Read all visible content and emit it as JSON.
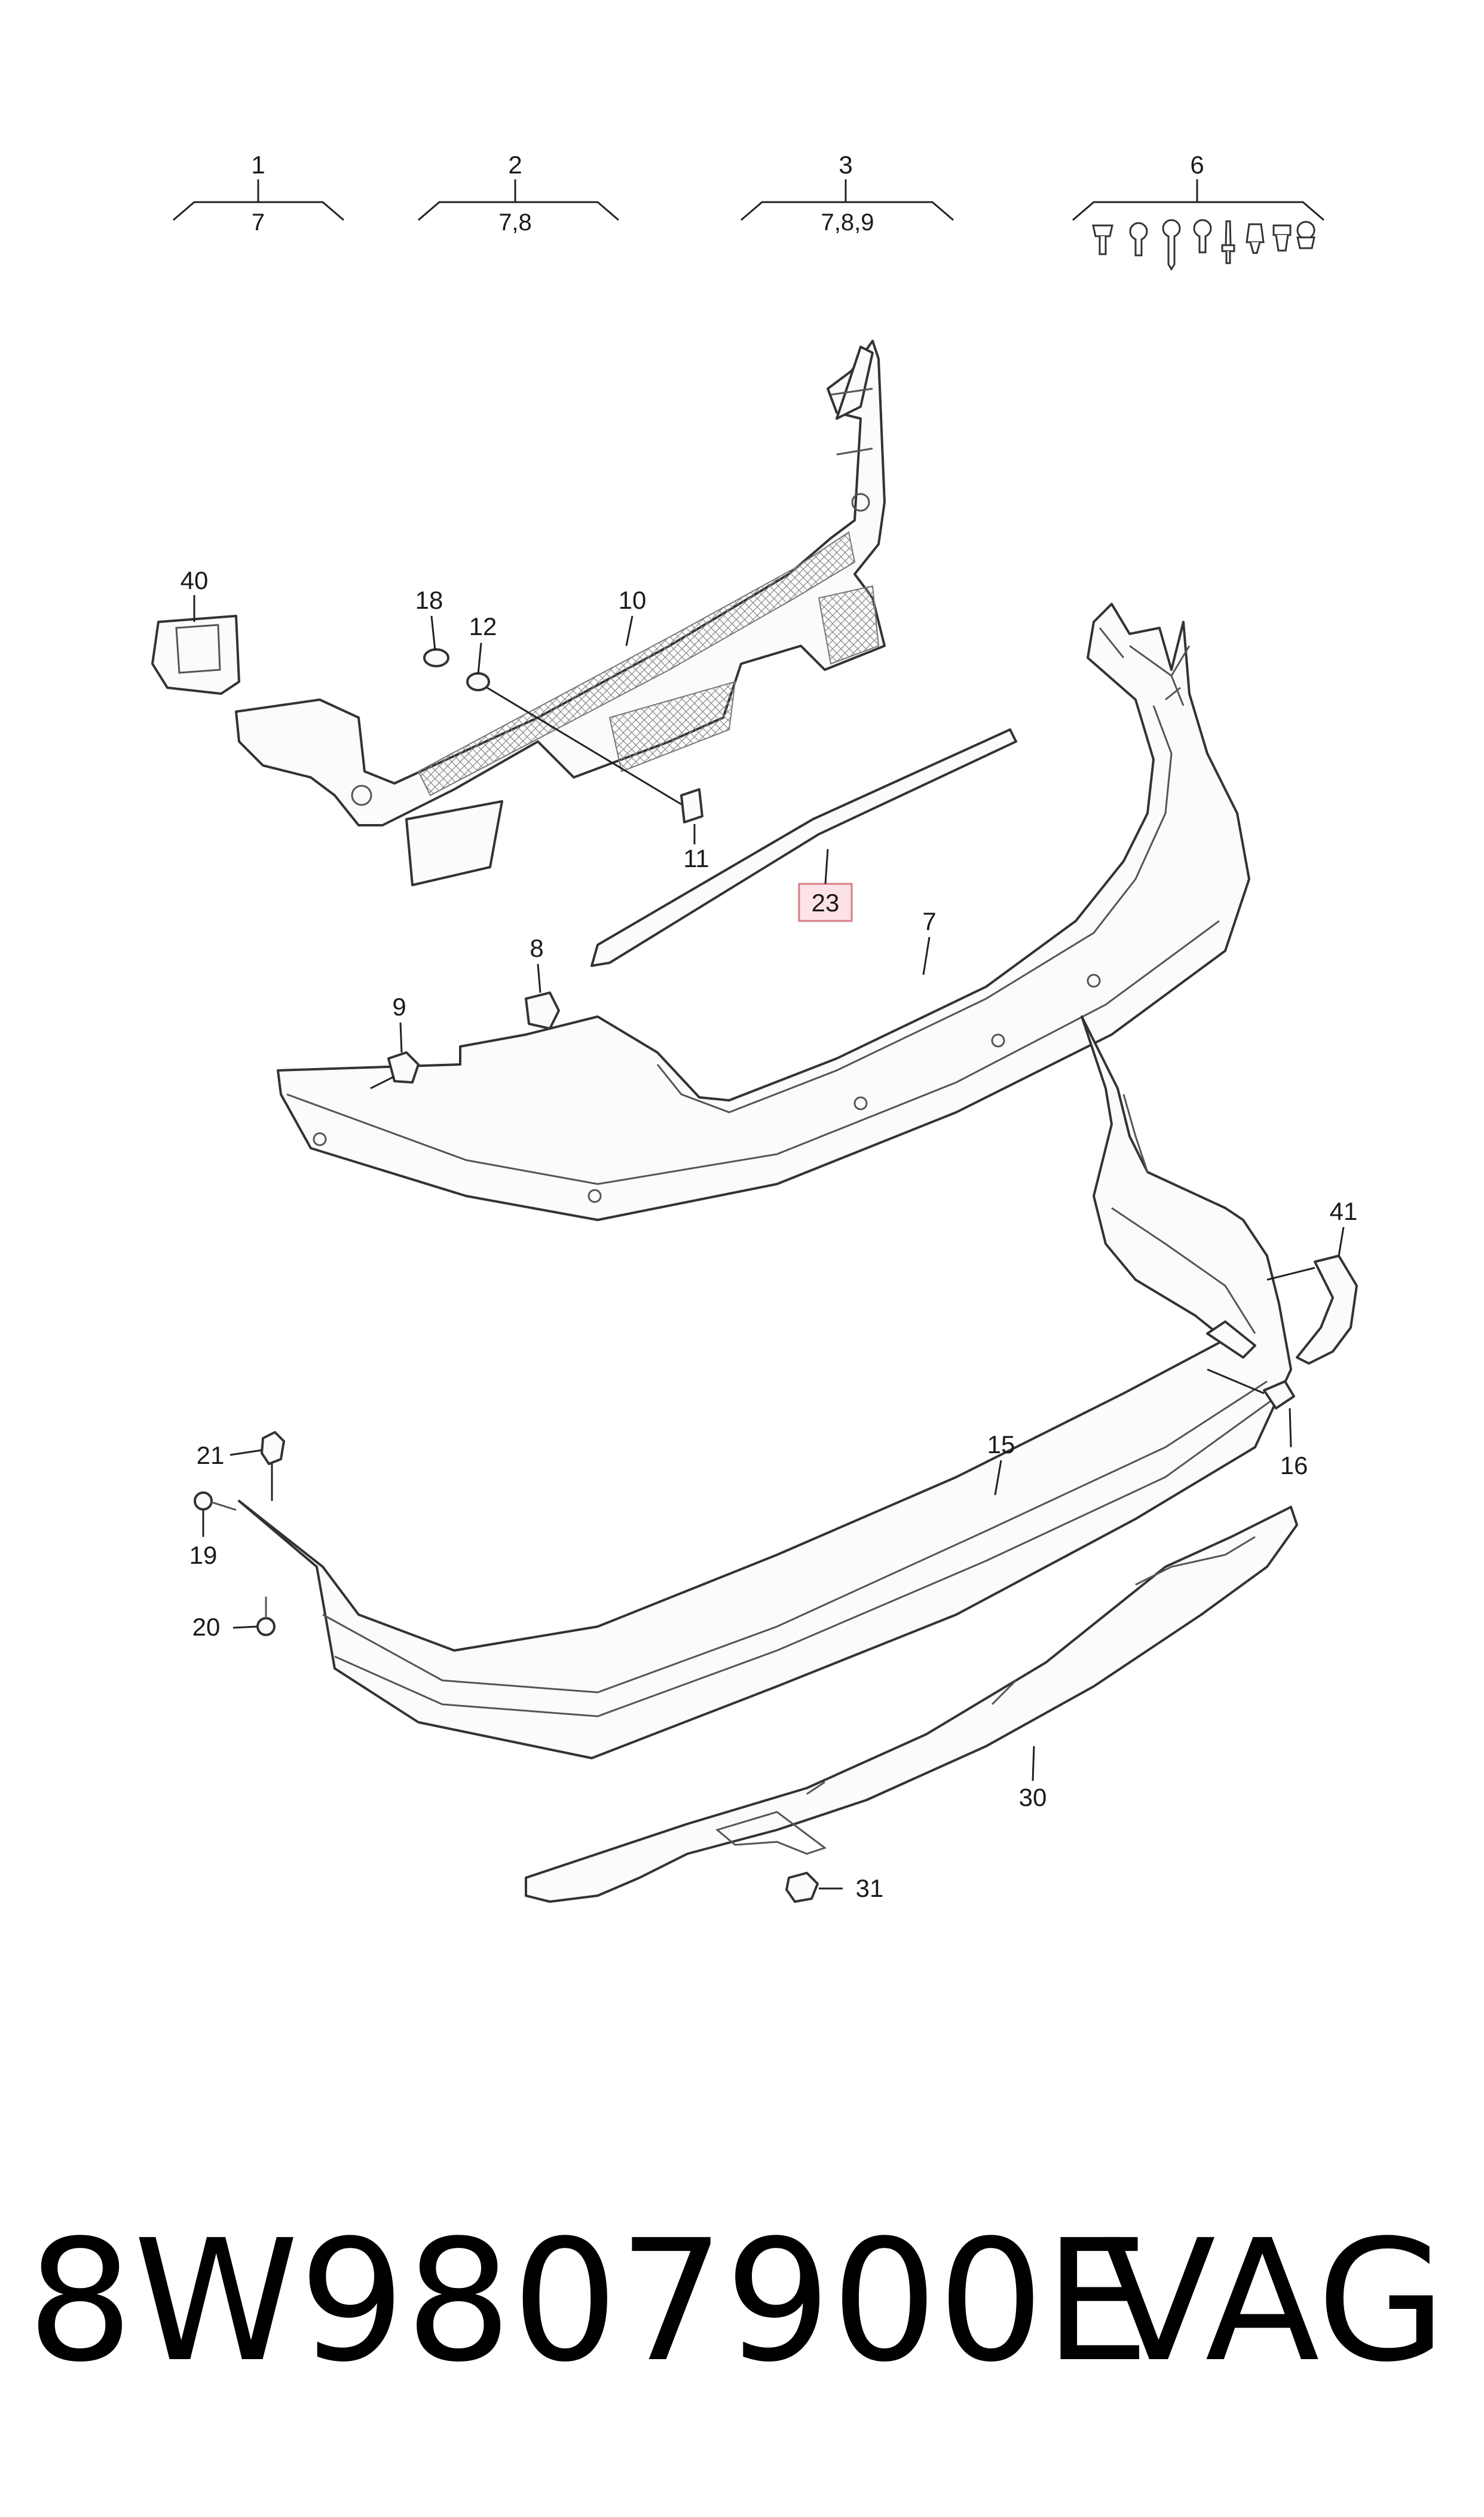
{
  "callouts": {
    "c1": "1",
    "c1_sub": "7",
    "c2": "2",
    "c2_sub": "7,8",
    "c3": "3",
    "c3_sub": "7,8,9",
    "c6": "6",
    "c40": "40",
    "c18": "18",
    "c12": "12",
    "c10": "10",
    "c11": "11",
    "c23": "23",
    "c7": "7",
    "c8": "8",
    "c9": "9",
    "c41": "41",
    "c16": "16",
    "c15": "15",
    "c21": "21",
    "c19": "19",
    "c20": "20",
    "c30": "30",
    "c31": "31"
  },
  "footer": {
    "part_number": "8W9807900E",
    "brand": "VAG"
  }
}
